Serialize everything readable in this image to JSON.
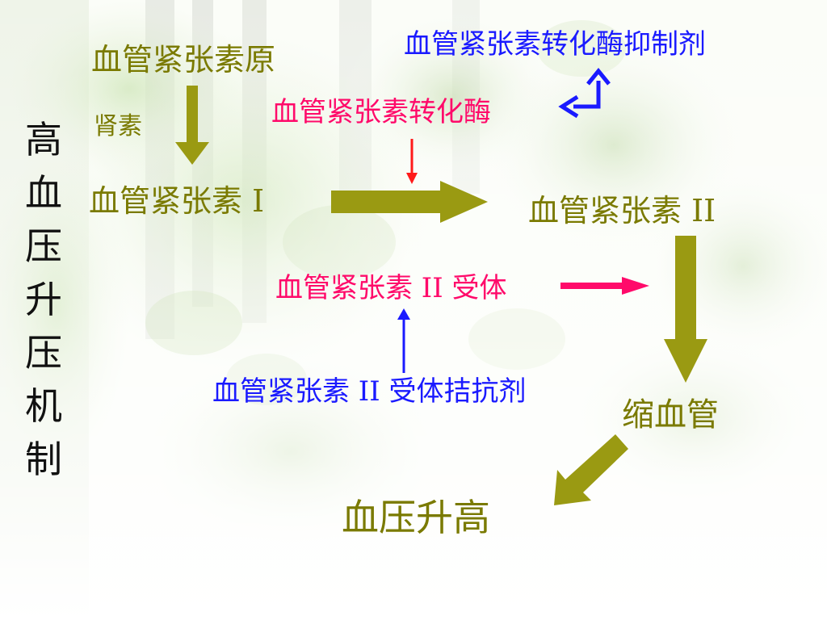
{
  "title_vertical": "高血压升压机制",
  "nodes": {
    "angiotensinogen": "血管紧张素原",
    "renin": "肾素",
    "angiotensin_1": "血管紧张素 I",
    "angiotensin_2": "血管紧张素 II",
    "ace": "血管紧张素转化酶",
    "ace_inhibitor": "血管紧张素转化酶抑制剂",
    "at2_receptor": "血管紧张素 II 受体",
    "at2_antagonist": "血管紧张素 II 受体拮抗剂",
    "vasoconstriction": "缩血管",
    "bp_rise": "血压升高"
  },
  "colors": {
    "olive": "#7a7a00",
    "olive_arrow": "#9a9a12",
    "blue": "#1a1aff",
    "red": "#ff0a6a",
    "title": "#111111"
  }
}
